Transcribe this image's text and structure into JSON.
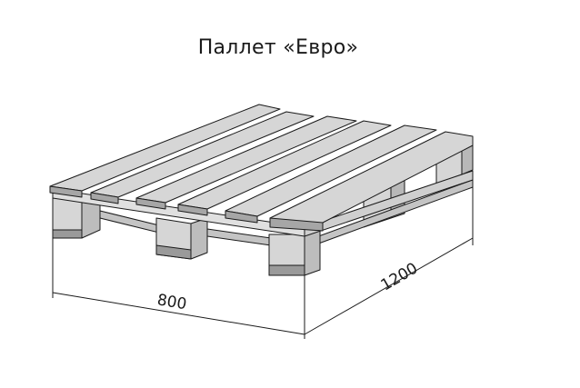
{
  "title": "Паллет «Евро»",
  "dimensions": {
    "width": "800",
    "length": "1200"
  },
  "colors": {
    "wood_light": "#d6d6d6",
    "wood_mid": "#c4c4c4",
    "wood_dark": "#9a9a9a",
    "stroke": "#1a1a1a"
  }
}
